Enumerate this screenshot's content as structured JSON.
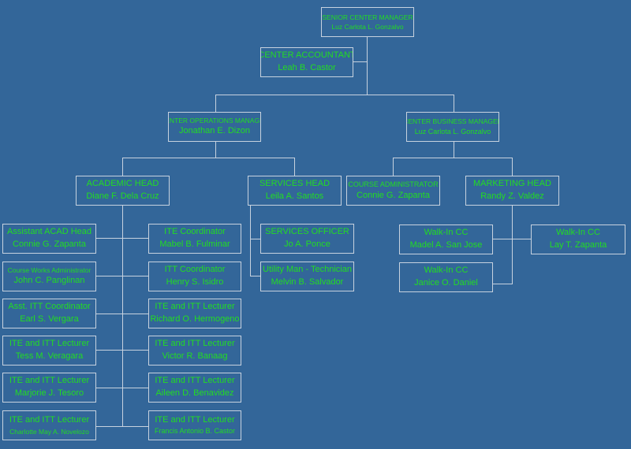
{
  "senior_center_manager": {
    "title": "SENIOR CENTER MANAGER",
    "name": "Luz Carlota L. Gonzalvo"
  },
  "center_accountant": {
    "title": "CENTER ACCOUNTANT",
    "name": "Leah B. Castor"
  },
  "center_operations_manager": {
    "title": "CENTER OPERATIONS MANAGER",
    "name": "Jonathan E. Dizon"
  },
  "center_business_manager": {
    "title": "CENTER BUSINESS MANAGER",
    "name": "Luz Carlota L. Gonzalvo"
  },
  "academic_head": {
    "title": "ACADEMIC HEAD",
    "name": "Diane F. Dela Cruz"
  },
  "services_head": {
    "title": "SERVICES HEAD",
    "name": "Leila A. Santos"
  },
  "course_administrator": {
    "title": "COURSE ADMINISTRATOR",
    "name": "Connie G. Zapanta"
  },
  "marketing_head": {
    "title": "MARKETING HEAD",
    "name": "Randy Z. Valdez"
  },
  "academic_left": [
    {
      "title": "Assistant ACAD Head",
      "name": "Connie G. Zapanta"
    },
    {
      "title": "Course Works Administrator",
      "name": "John C. Panglinan"
    },
    {
      "title": "Asst. ITT Coordinator",
      "name": "Earl S. Vergara"
    },
    {
      "title": "ITE and ITT Lecturer",
      "name": "Tess M. Veragara"
    },
    {
      "title": "ITE and ITT Lecturer",
      "name": "Marjorie J. Tesoro"
    },
    {
      "title": "ITE and ITT Lecturer",
      "name": "Charlotte May A. Novelozo"
    }
  ],
  "academic_right": [
    {
      "title": "ITE Coordinator",
      "name": "Mabel B. Fulminar"
    },
    {
      "title": "ITT Coordinator",
      "name": "Henry S. Isidro"
    },
    {
      "title": "ITE and ITT Lecturer",
      "name": "Richard O. Hermogeno"
    },
    {
      "title": "ITE and ITT Lecturer",
      "name": "Victor R. Banaag"
    },
    {
      "title": "ITE and ITT Lecturer",
      "name": "Aileen D. Benavidez"
    },
    {
      "title": "ITE and ITT Lecturer",
      "name": "Francis Antonio B. Castor"
    }
  ],
  "services_staff": [
    {
      "title": "SERVICES OFFICER",
      "name": "Jo A. Ponce"
    },
    {
      "title": "Utility Man - Technician",
      "name": "Melvin B. Salvador"
    }
  ],
  "marketing_staff": [
    {
      "title": "Walk-In CC",
      "name": "Madel A. San Jose"
    },
    {
      "title": "Walk-In CC",
      "name": "Lay T. Zapanta"
    },
    {
      "title": "Walk-In CC",
      "name": "Janice O. Daniel"
    }
  ]
}
